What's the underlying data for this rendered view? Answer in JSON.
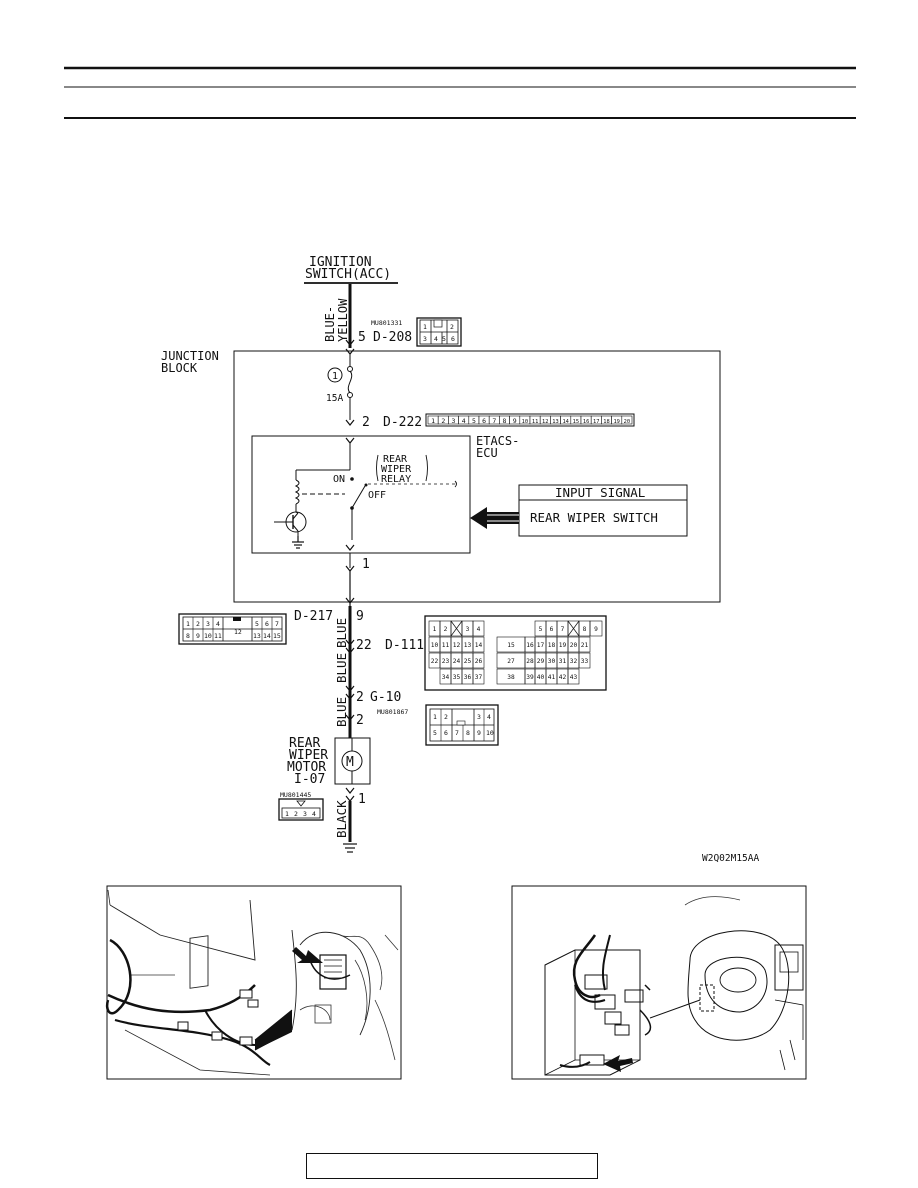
{
  "diagram": {
    "ignition_label_1": "IGNITION",
    "ignition_label_2": "SWITCH(ACC)",
    "wire_top_1": "BLUE-",
    "wire_top_2": "YELLOW",
    "wire_blue_1": "BLUE",
    "wire_blue_2": "BLUE",
    "wire_blue_3": "BLUE",
    "wire_black": "BLACK",
    "part_no_d208": "MU801331",
    "conn_d208": "D-208",
    "pin_d208": "5",
    "junction_1": "JUNCTION",
    "junction_2": "BLOCK",
    "fuse_no": "1",
    "fuse_rating": "15A",
    "conn_d222": "D-222",
    "pin_d222": "2",
    "etacs_1": "ETACS-",
    "etacs_2": "ECU",
    "relay_1": "REAR",
    "relay_2": "WIPER",
    "relay_3": "RELAY",
    "relay_on": "ON",
    "relay_off": "OFF",
    "input_signal_title": "INPUT SIGNAL",
    "input_signal_item": "REAR WIPER SWITCH",
    "pin_ecu_out": "1",
    "conn_d217": "D-217",
    "pin_d217": "9",
    "conn_d111": "D-111",
    "pin_d111": "22",
    "conn_g10": "G-10",
    "pin_g10_a": "2",
    "pin_g10_b": "2",
    "part_no_g10": "MU801867",
    "motor_1": "REAR",
    "motor_2": "WIPER",
    "motor_3": "MOTOR",
    "motor_4": "I-07",
    "motor_symbol": "M",
    "part_no_i07": "MU801445",
    "pin_motor_gnd": "1",
    "figure_code": "W2Q02M15AA",
    "d208_pins": [
      "1",
      "2",
      "3",
      "4",
      "5",
      "6"
    ],
    "d222_pins": [
      "1",
      "2",
      "3",
      "4",
      "5",
      "6",
      "7",
      "8",
      "9",
      "10",
      "11",
      "12",
      "13",
      "14",
      "15",
      "16",
      "17",
      "18",
      "19",
      "20"
    ],
    "d217_pins": [
      "1",
      "2",
      "3",
      "4",
      "5",
      "6",
      "7",
      "8",
      "9",
      "10",
      "11",
      "12",
      "13",
      "14",
      "15"
    ],
    "d111_pins": [
      "1",
      "2",
      "3",
      "4",
      "5",
      "6",
      "7",
      "8",
      "9",
      "10",
      "11",
      "12",
      "13",
      "14",
      "15",
      "16",
      "17",
      "18",
      "19",
      "20",
      "21",
      "22",
      "23",
      "24",
      "25",
      "26",
      "27",
      "28",
      "29",
      "30",
      "31",
      "32",
      "33",
      "34",
      "35",
      "36",
      "37",
      "38",
      "39",
      "40",
      "41",
      "42",
      "43"
    ],
    "g10_pins": [
      "1",
      "2",
      "3",
      "4",
      "5",
      "6",
      "7",
      "8",
      "9",
      "10"
    ],
    "i07_pins": [
      "1",
      "2",
      "3",
      "4"
    ]
  }
}
